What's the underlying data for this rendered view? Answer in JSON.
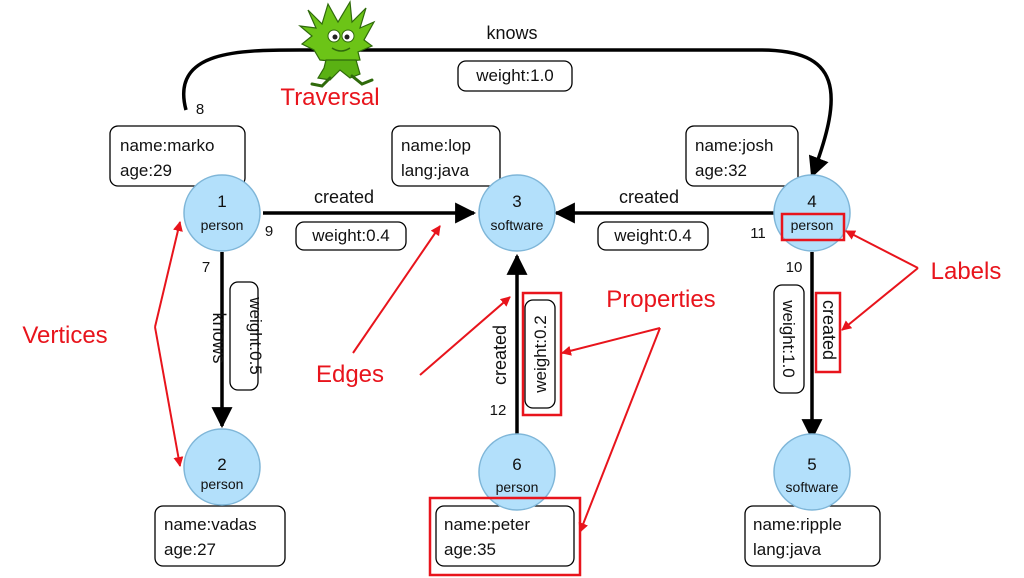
{
  "colors": {
    "vertex_fill": "#b3e0fb",
    "vertex_stroke": "#7fb6d8",
    "edge": "#000000",
    "annotation": "#e8141c"
  },
  "icon": "gremlin-mascot-icon",
  "annotations": {
    "traversal": "Traversal",
    "vertices": "Vertices",
    "edges": "Edges",
    "properties": "Properties",
    "labels": "Labels"
  },
  "vertices": [
    {
      "id": "1",
      "label": "person",
      "props": [
        "name:marko",
        "age:29"
      ]
    },
    {
      "id": "2",
      "label": "person",
      "props": [
        "name:vadas",
        "age:27"
      ]
    },
    {
      "id": "3",
      "label": "software",
      "props": [
        "name:lop",
        "lang:java"
      ]
    },
    {
      "id": "4",
      "label": "person",
      "props": [
        "name:josh",
        "age:32"
      ]
    },
    {
      "id": "5",
      "label": "software",
      "props": [
        "name:ripple",
        "lang:java"
      ]
    },
    {
      "id": "6",
      "label": "person",
      "props": [
        "name:peter",
        "age:35"
      ]
    }
  ],
  "edges": [
    {
      "id": "7",
      "label": "knows",
      "from": "1",
      "to": "2",
      "weight": "weight:0.5"
    },
    {
      "id": "8",
      "label": "knows",
      "from": "1",
      "to": "4",
      "weight": "weight:1.0"
    },
    {
      "id": "9",
      "label": "created",
      "from": "1",
      "to": "3",
      "weight": "weight:0.4"
    },
    {
      "id": "10",
      "label": "created",
      "from": "4",
      "to": "5",
      "weight": "weight:1.0"
    },
    {
      "id": "11",
      "label": "created",
      "from": "4",
      "to": "3",
      "weight": "weight:0.4"
    },
    {
      "id": "12",
      "label": "created",
      "from": "6",
      "to": "3",
      "weight": "weight:0.2"
    }
  ]
}
